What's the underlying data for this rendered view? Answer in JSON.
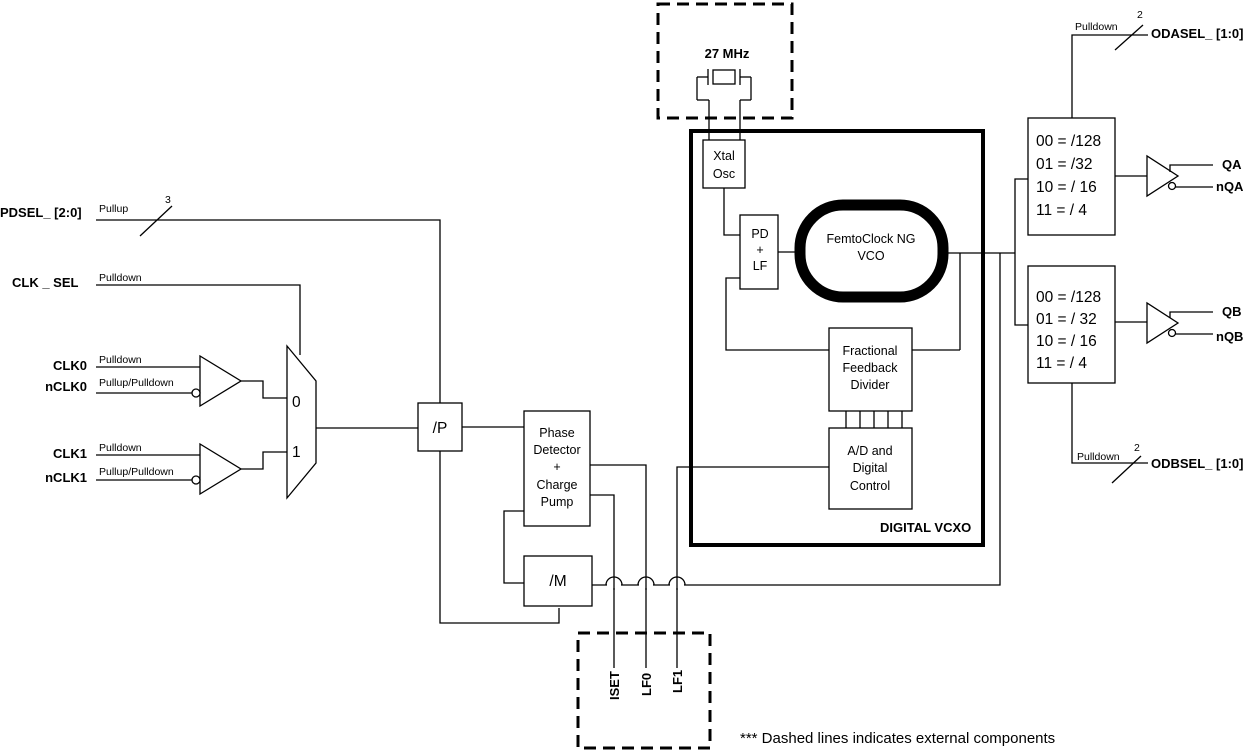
{
  "crystal": {
    "freq": "27 MHz"
  },
  "inputs": {
    "pdsel": "PDSEL_ [2:0]",
    "pdsel_pull": "Pullup",
    "pdsel_width": "3",
    "clk_sel": "CLK _ SEL",
    "clk_sel_pull": "Pulldown",
    "clk0": "CLK0",
    "clk0_pull": "Pulldown",
    "nclk0": "nCLK0",
    "nclk0_pull": "Pullup/Pulldown",
    "clk1": "CLK1",
    "clk1_pull": "Pulldown",
    "nclk1": "nCLK1",
    "nclk1_pull": "Pullup/Pulldown"
  },
  "mux": {
    "in0": "0",
    "in1": "1"
  },
  "blocks": {
    "pdiv": "/P",
    "pfd": [
      "Phase",
      "Detector",
      "+",
      "Charge",
      "Pump"
    ],
    "mdiv": "/M",
    "xtal": [
      "Xtal",
      "Osc"
    ],
    "pdlf": [
      "PD",
      "+",
      "LF"
    ],
    "vco": [
      "FemtoClock NG",
      "VCO"
    ],
    "ffd": [
      "Fractional",
      "Feedback",
      "Divider"
    ],
    "adc": [
      "A/D and",
      "Digital",
      "Control"
    ],
    "vcxo_label": "DIGITAL VCXO"
  },
  "external_pins": [
    "ISET",
    "LF0",
    "LF1"
  ],
  "outputs": {
    "odasel": "ODASEL_ [1:0]",
    "odasel_pull": "Pulldown",
    "odasel_width": "2",
    "odbsel": "ODBSEL_ [1:0]",
    "odbsel_pull": "Pulldown",
    "odbsel_width": "2",
    "diva": [
      "00 = /128",
      "01 = /32",
      "10 = / 16",
      "11 = / 4"
    ],
    "divb": [
      "00 = /128",
      "01 = / 32",
      "10 = / 16",
      "11 = / 4"
    ],
    "qa": "QA",
    "nqa": "nQA",
    "qb": "QB",
    "nqb": "nQB"
  },
  "footnote": "*** Dashed lines indicates external components"
}
